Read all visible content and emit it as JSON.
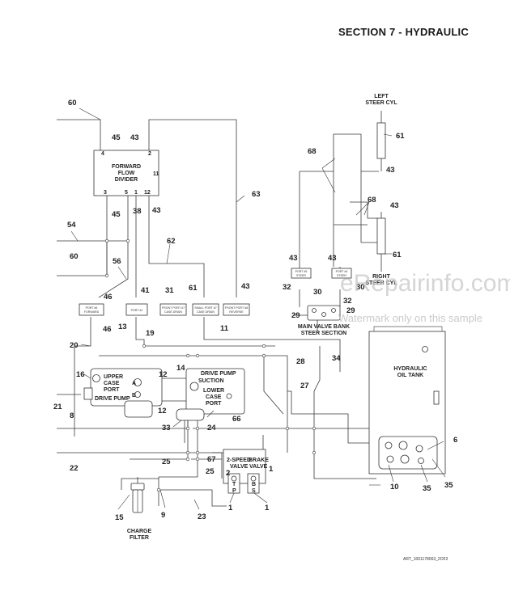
{
  "header": {
    "section_title": "SECTION 7 - HYDRAULIC"
  },
  "components": {
    "flow_divider": [
      "FORWARD",
      "FLOW",
      "DIVIDER"
    ],
    "flow_divider_ports": [
      "4",
      "2",
      "11",
      "3",
      "5",
      "12",
      "1"
    ],
    "upper_case_port": [
      "UPPER",
      "CASE",
      "PORT"
    ],
    "drive_pump_left": "DRIVE PUMP",
    "drive_pump_right": "DRIVE PUMP",
    "suction": "SUCTION",
    "lower_case_port": [
      "LOWER",
      "CASE",
      "PORT"
    ],
    "port_a": "A",
    "port_b": "B",
    "two_speed_valve": [
      "2-SPEED",
      "VALVE"
    ],
    "brake_valve": [
      "BRAKE",
      "VALVE"
    ],
    "valve_ports": [
      "T",
      "P",
      "B",
      "S"
    ],
    "hydraulic_oil_tank": [
      "HYDRAULIC",
      "OIL TANK"
    ],
    "charge_filter": [
      "CHARGE",
      "FILTER"
    ],
    "left_steer_cyl": [
      "LEFT",
      "STEER CYL"
    ],
    "right_steer_cyl": [
      "RIGHT",
      "STEER CYL"
    ],
    "main_valve_bank": [
      "MAIN VALVE BANK",
      "STEER SECTION"
    ],
    "manifold_ports": [
      [
        "PORT #6",
        "FORWARD"
      ],
      [
        "PORT #1"
      ],
      [
        "FRONT PORT #7",
        "CASE DRAIN"
      ],
      [
        "SMALL PORT #7",
        "CASE DRAIN"
      ],
      [
        "FRONT PORT #8",
        "REVERSE"
      ]
    ],
    "steer_ports": [
      [
        "PORT #5",
        "STEER"
      ],
      [
        "PORT #4",
        "STEER"
      ]
    ]
  },
  "callouts": {
    "c60a": "60",
    "c45a": "45",
    "c43a": "43",
    "c63": "63",
    "c54": "54",
    "c45b": "45",
    "c38": "38",
    "c43b": "43",
    "c60b": "60",
    "c62": "62",
    "c56": "56",
    "c46a": "46",
    "c41": "41",
    "c31": "31",
    "c61a": "61",
    "c43c": "43",
    "c46b": "46",
    "c13": "13",
    "c19": "19",
    "c11": "11",
    "c20": "20",
    "c16": "16",
    "c12a": "12",
    "c14": "14",
    "c12b": "12",
    "c21": "21",
    "c66": "66",
    "c8": "8",
    "c33": "33",
    "c24": "24",
    "c22": "22",
    "c25a": "25",
    "c25b": "25",
    "c67": "67",
    "c2": "2",
    "c1a": "1",
    "c15": "15",
    "c9": "9",
    "c23": "23",
    "c1b": "1",
    "c1c": "1",
    "c28": "28",
    "c34": "34",
    "c27": "27",
    "c6": "6",
    "c10": "10",
    "c35a": "35",
    "c35b": "35",
    "c61b": "61",
    "c43d": "43",
    "c68a": "68",
    "c68b": "68",
    "c43e": "43",
    "c61c": "61",
    "c43f": "43",
    "c43g": "43",
    "c32a": "32",
    "c30a": "30",
    "c30b": "30",
    "c32b": "32",
    "c29a": "29",
    "c29b": "29"
  },
  "watermark": {
    "main": "eRepairinfo.com",
    "sub": "Watermark only on this sample"
  },
  "footer": {
    "art_id": "ART_1001178063_2OF2"
  }
}
